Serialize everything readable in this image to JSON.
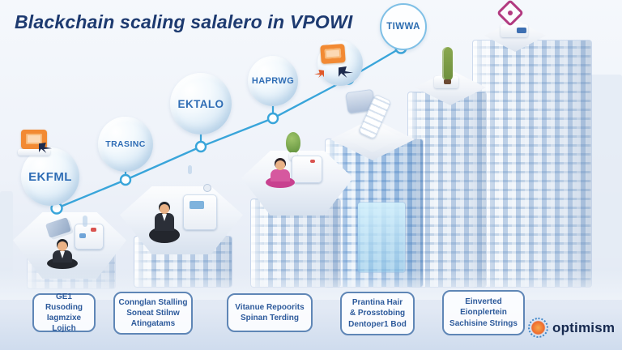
{
  "title": "Blackchain scaling salalero in VPOWI",
  "timeline": {
    "milestones": [
      {
        "label": "EKFML"
      },
      {
        "label": "TRASINC"
      },
      {
        "label": "EKTALO"
      },
      {
        "label": "HAPRWG"
      },
      {
        "label": "TIWWA"
      }
    ]
  },
  "footer": {
    "boxes": [
      {
        "lines": [
          "GE1 Rusoding",
          "Iagmzixe Lojich"
        ]
      },
      {
        "lines": [
          "Connglan Stalling",
          "Soneat Stilnw",
          "Atingatams"
        ]
      },
      {
        "lines": [
          "Vitanue Repoorits",
          "Spinan Terding"
        ]
      },
      {
        "lines": [
          "Prantina Hair",
          "& Prosstobing",
          "Dentoper1 Bod"
        ]
      },
      {
        "lines": [
          "Einverted",
          "Eionplertein",
          "Sachisine Strings"
        ]
      }
    ]
  },
  "brand": {
    "name": "optimism"
  },
  "colors": {
    "accent_line": "#39a5da",
    "title_text": "#1d3a70",
    "bubble_text": "#2f6db5",
    "box_border": "#5f86b6",
    "box_text": "#2d5a9b",
    "brand_text": "#16294f",
    "icon_orange": "#f28a33",
    "pin_magenta": "#b23a80"
  }
}
